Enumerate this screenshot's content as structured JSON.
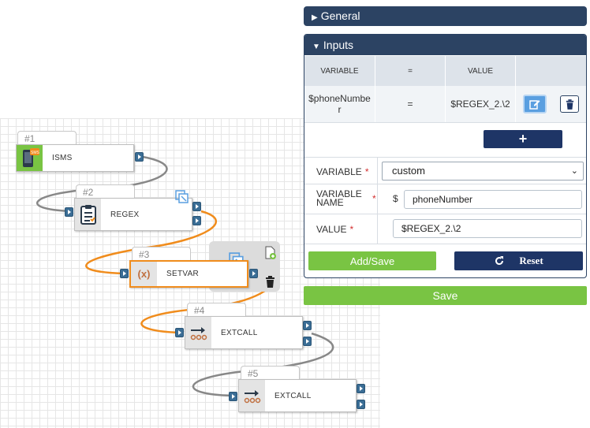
{
  "general": {
    "title": "General"
  },
  "inputs": {
    "title": "Inputs",
    "columns": [
      "VARIABLE",
      "=",
      "VALUE"
    ],
    "rows": [
      {
        "variable": "$phoneNumber",
        "eq": "=",
        "value": "$REGEX_2.\\2"
      }
    ],
    "add_row_label": "+"
  },
  "form": {
    "variable_label": "VARIABLE",
    "variable_value": "custom",
    "variable_name_label": "VARIABLE NAME",
    "prefix": "$",
    "variable_name_value": "phoneNumber",
    "value_label": "VALUE",
    "value_value": "$REGEX_2.\\2",
    "required_mark": "*",
    "addsave_label": "Add/Save",
    "reset_label": "Reset"
  },
  "save_label": "Save",
  "flow": {
    "nodes": [
      {
        "num": "#1",
        "label": "ISMS",
        "icon": "sms-phone-icon"
      },
      {
        "num": "#2",
        "label": "REGEX",
        "icon": "clipboard-icon"
      },
      {
        "num": "#3",
        "label": "SETVAR",
        "icon": "variable-x-icon"
      },
      {
        "num": "#4",
        "label": "EXTCALL",
        "icon": "external-call-icon"
      },
      {
        "num": "#5",
        "label": "EXTCALL",
        "icon": "external-call-icon"
      }
    ]
  },
  "colors": {
    "navy": "#2c4363",
    "green": "#79c443",
    "port": "#3a6d95",
    "wire": "#888888",
    "wire_active": "#f08c1c"
  }
}
